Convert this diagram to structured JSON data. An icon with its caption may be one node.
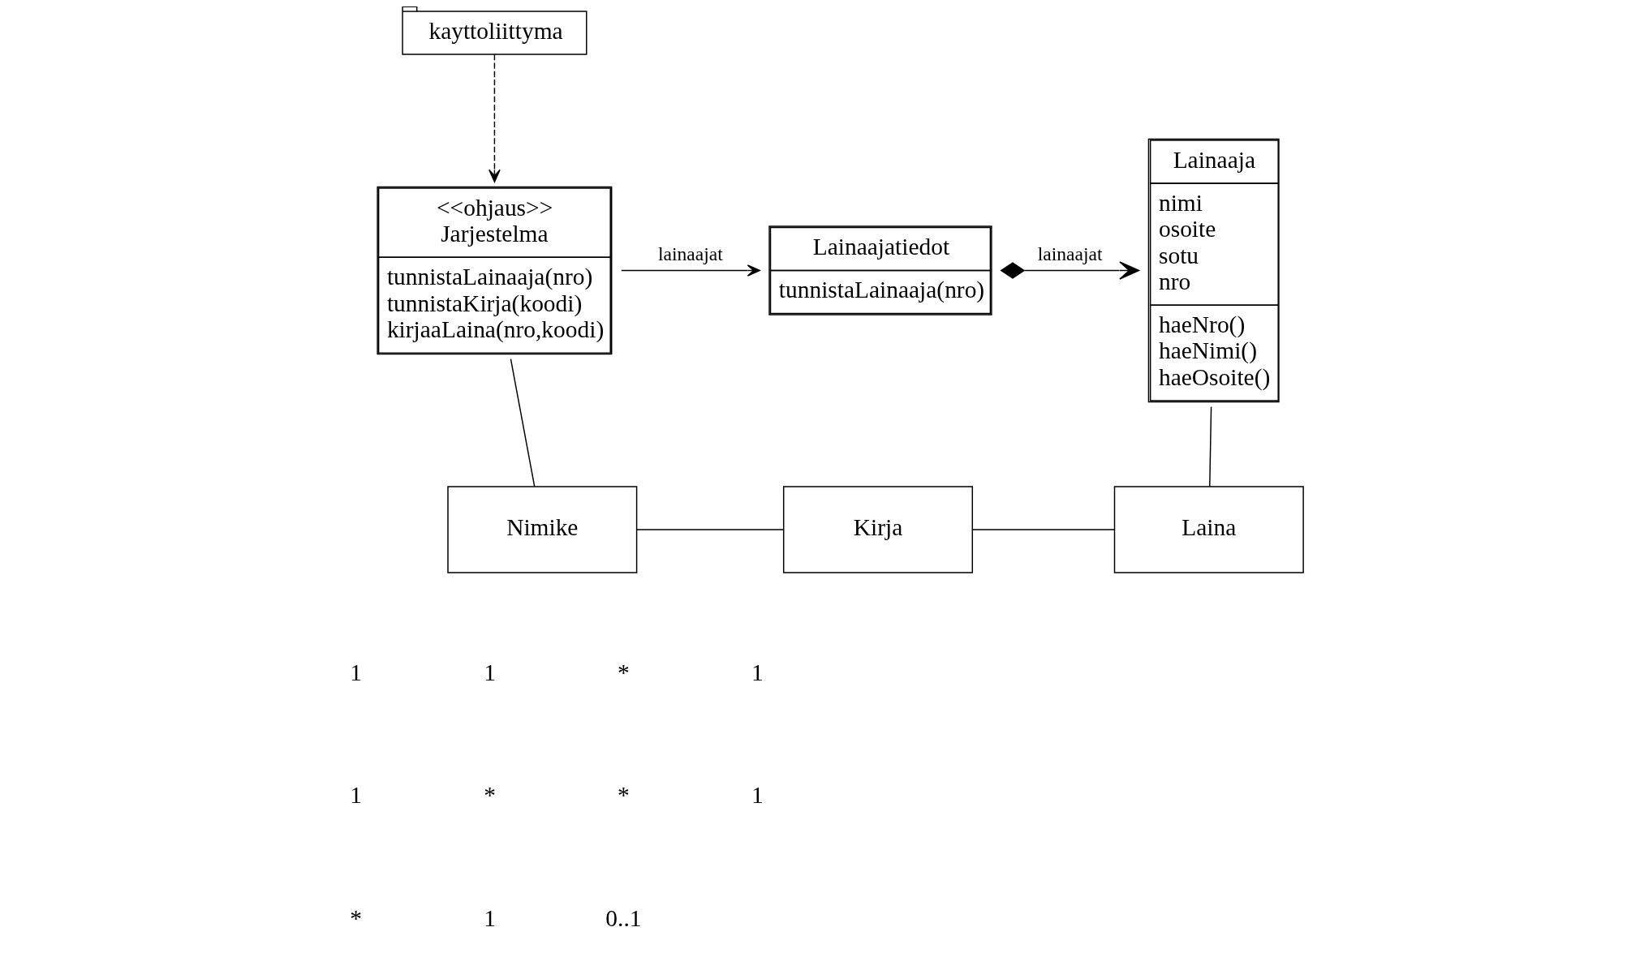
{
  "diagram": {
    "nodes": [
      {
        "text": [
          "kayttoliittyma"
        ]
      },
      {
        "text": [
          "<<ohjaus>> Jarjestelma",
          "tunnistaLainaaja(nro) tunnistaKirja(koodi) kirjaaLaina(nro,koodi)"
        ]
      },
      {
        "text": [
          "Lainaajatiedot",
          "tunnistaLainaaja(nro)"
        ]
      },
      {
        "text": [
          "Lainaaja",
          "nimi osoite sotu nro",
          "haeNro() haeNimi() haeOsoite()"
        ]
      },
      {
        "text": [
          "Nimike"
        ]
      },
      {
        "text": [
          "Kirja"
        ]
      },
      {
        "text": [
          "Laina"
        ]
      }
    ],
    "edges": [
      {
        "from": 0,
        "to": 1,
        "arrow": "to",
        "style": "dashed"
      },
      {
        "from": 1,
        "to": 2,
        "arrow": "to",
        "label": "lainaajat"
      },
      {
        "from": 2,
        "to": 3,
        "arrow": "to",
        "label": "lainaajat"
      },
      {
        "from": 1,
        "to": 4,
        "arrow": "none"
      },
      {
        "from": 3,
        "to": 6,
        "arrow": "none"
      },
      {
        "from": 4,
        "to": 5,
        "arrow": "none"
      },
      {
        "from": 5,
        "to": 6,
        "arrow": "none"
      }
    ],
    "labels": [
      "1",
      "1",
      "*",
      "1",
      "1",
      "*",
      "*",
      "1",
      "*",
      "1",
      "0..1"
    ]
  }
}
